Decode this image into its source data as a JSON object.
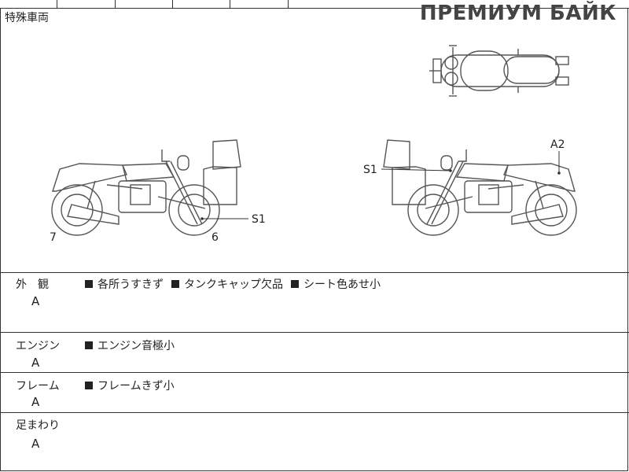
{
  "sheet": {
    "section_label": "特殊車両",
    "watermark": "ПРЕМИУМ БАЙК"
  },
  "diagram": {
    "left_bike_markers": [
      "S1",
      "7",
      "6"
    ],
    "right_bike_markers": [
      "A2",
      "S1"
    ]
  },
  "rows": [
    {
      "title": "外　観",
      "grade": "A",
      "notes": [
        "各所うすきず",
        "タンクキャップ欠品",
        "シート色あせ小"
      ]
    },
    {
      "title": "エンジン",
      "grade": "A",
      "notes": [
        "エンジン音極小"
      ]
    },
    {
      "title": "フレーム",
      "grade": "A",
      "notes": [
        "フレームきず小"
      ]
    },
    {
      "title": "足まわり",
      "grade": "A",
      "notes": []
    }
  ]
}
